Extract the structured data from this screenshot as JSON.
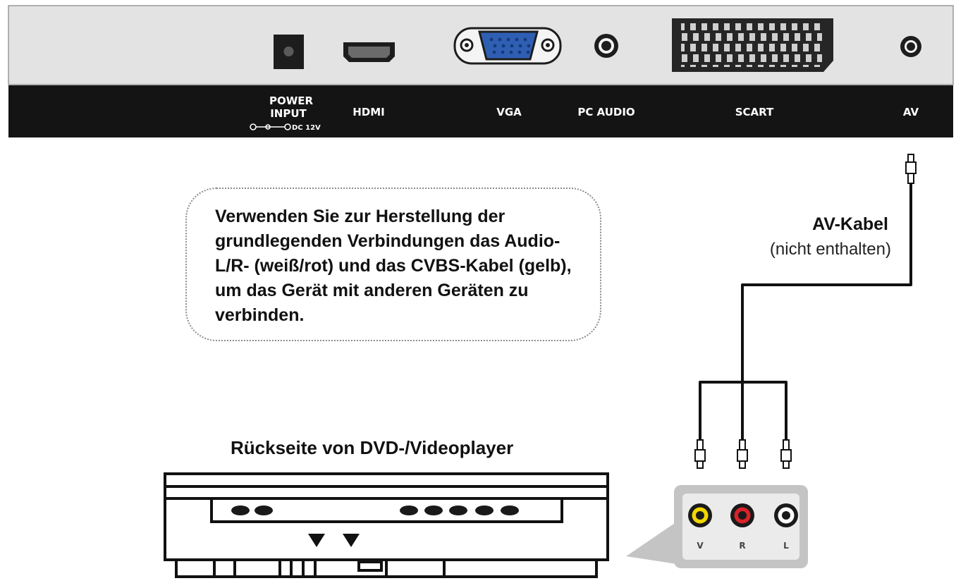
{
  "tv_panel": {
    "ports": {
      "power_input": {
        "label_line1": "POWER",
        "label_line2": "INPUT",
        "label_line3": "DC 12V"
      },
      "hdmi": {
        "label": "HDMI"
      },
      "vga": {
        "label": "VGA"
      },
      "pc_audio": {
        "label": "PC AUDIO"
      },
      "scart": {
        "label": "SCART"
      },
      "av": {
        "label": "AV"
      }
    }
  },
  "note": {
    "text": "Verwenden Sie zur Herstellung der grundlegenden Verbindungen das Audio-L/R- (weiß/rot) und das CVBS-Kabel (gelb), um das Gerät mit anderen Geräten zu verbinden."
  },
  "cable": {
    "title": "AV-Kabel",
    "subtitle": "(nicht enthalten)"
  },
  "dvd_player": {
    "title": "Rückseite von DVD-/Videoplayer"
  },
  "rca_jacks": [
    {
      "letter": "V",
      "color": "#f2d600"
    },
    {
      "letter": "R",
      "color": "#d8232a"
    },
    {
      "letter": "L",
      "color": "#ffffff"
    }
  ],
  "colors": {
    "panel_gray": "#e3e3e3",
    "label_strip": "#141414",
    "vga_blue": "#2f5fb3"
  }
}
